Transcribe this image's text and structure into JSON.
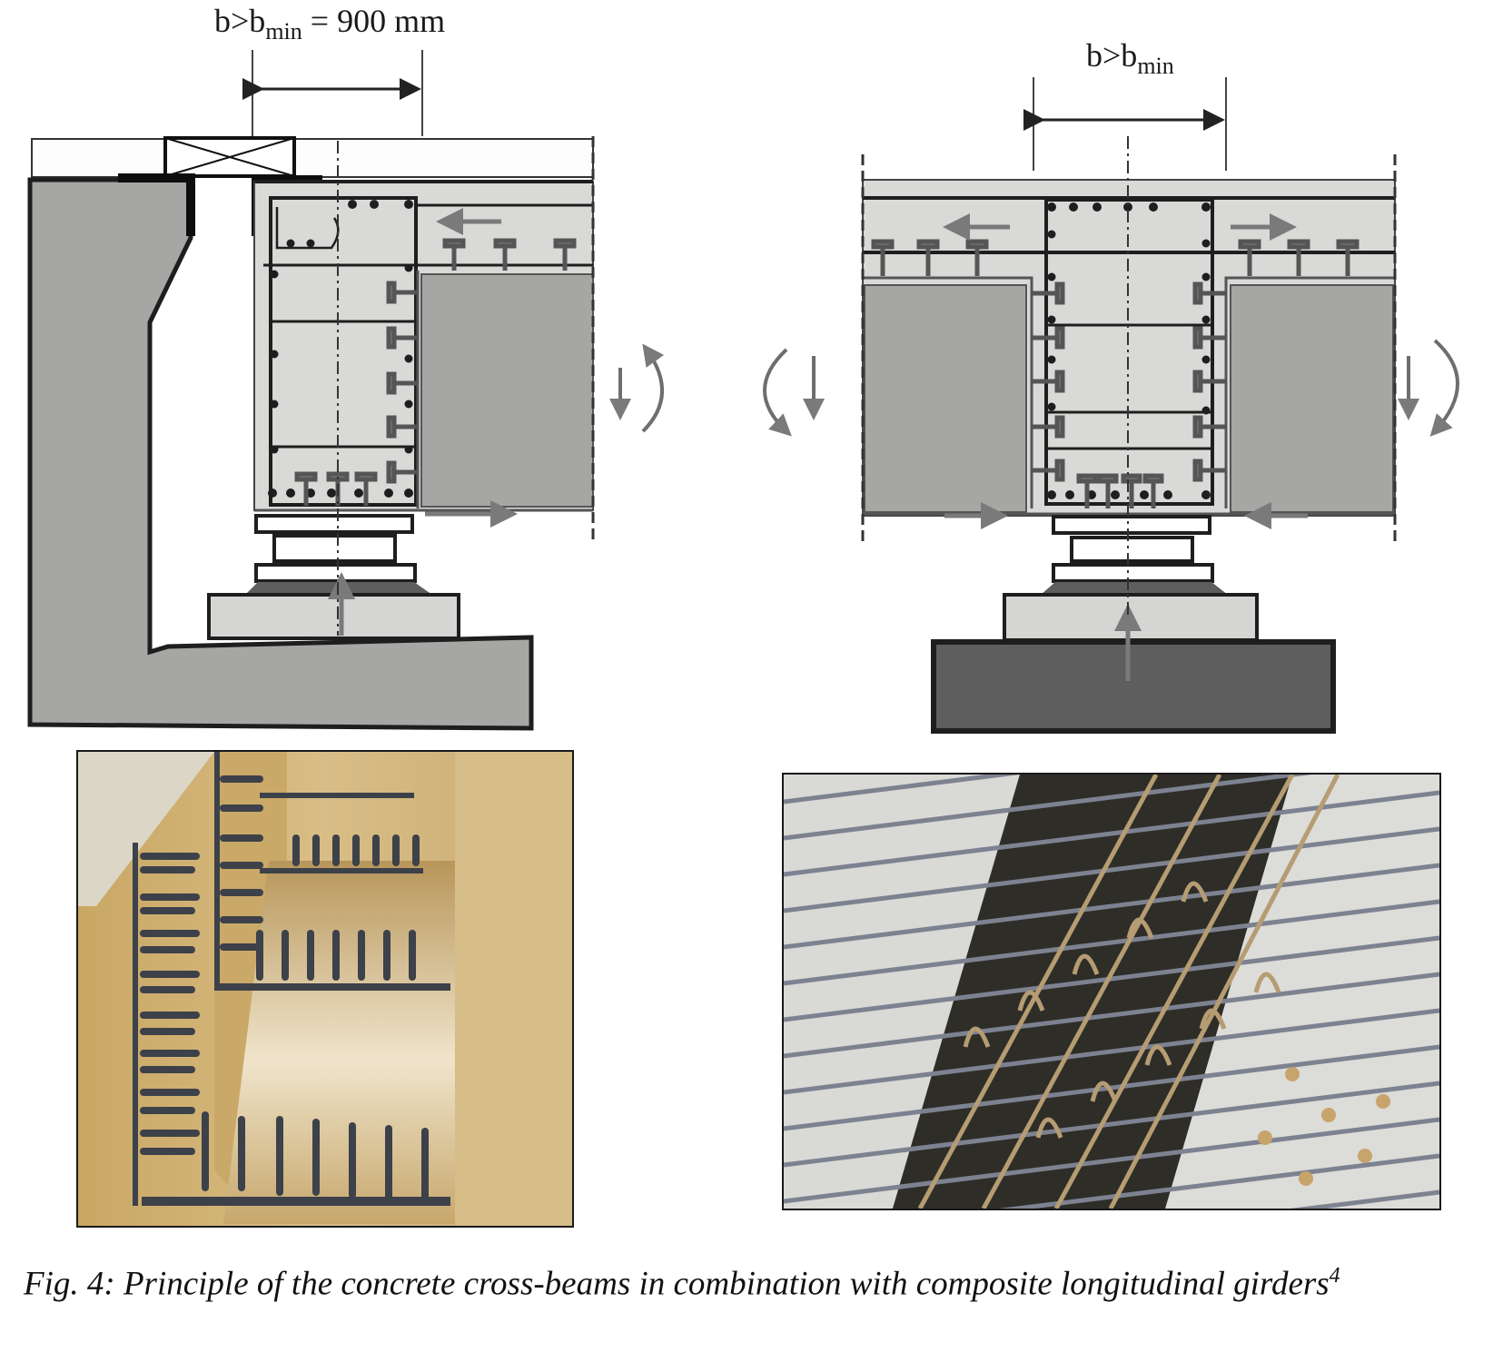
{
  "figure": {
    "number": "Fig. 4",
    "caption_text": "Fig. 4: Principle of the concrete cross-beams in combination with composite longitudinal girders",
    "caption_superscript": "4"
  },
  "left_diagram": {
    "dimension_label_base": "b>b",
    "dimension_label_sub": "min",
    "dimension_label_suffix": " = 900 mm",
    "view": "end cross-beam at abutment"
  },
  "right_diagram": {
    "dimension_label_base": "b>b",
    "dimension_label_sub": "min",
    "view": "intermediate cross-beam at pier"
  },
  "photos": [
    {
      "subject": "steel girder webs with shear studs in timber formwork",
      "position": "bottom-left"
    },
    {
      "subject": "reinforcement cage of concrete cross-beam between girders",
      "position": "bottom-right"
    }
  ],
  "colors": {
    "concrete_light": "#d9d9d7",
    "concrete_dark": "#a7a7a5",
    "foundation": "#5e5e5e",
    "arrow": "#7a7a7a",
    "line": "#1e1e1e"
  }
}
